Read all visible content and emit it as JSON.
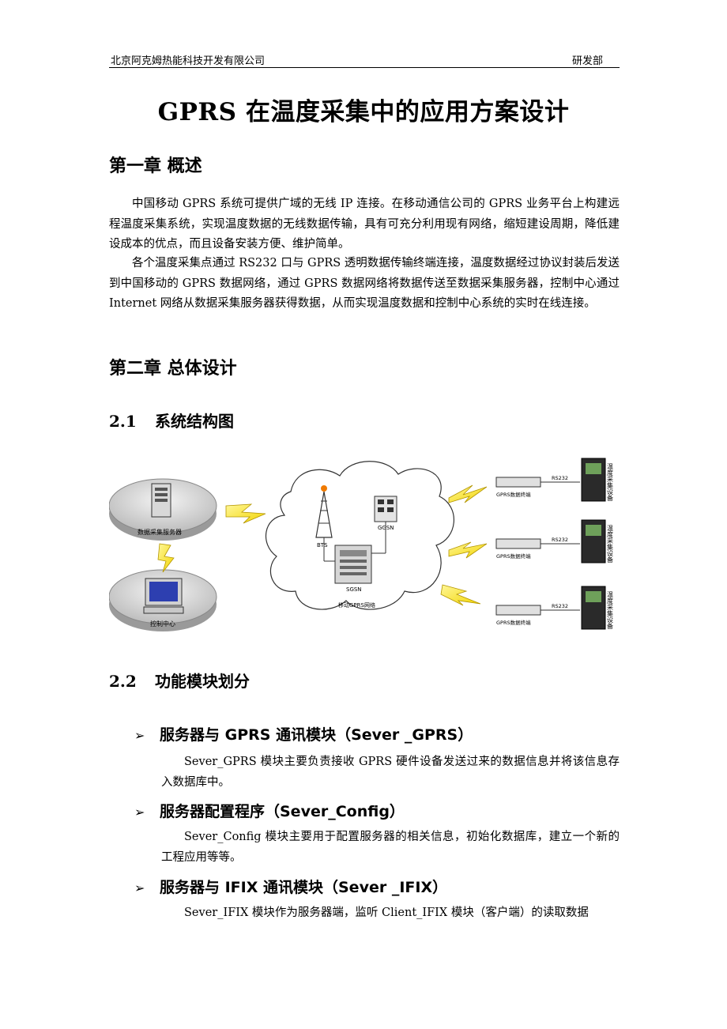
{
  "header": {
    "company": "北京阿克姆热能科技开发有限公司",
    "department": "研发部"
  },
  "title": "GPRS 在温度采集中的应用方案设计",
  "chapter1": {
    "heading": "第一章  概述",
    "paragraphs": [
      "中国移动 GPRS 系统可提供广域的无线 IP 连接。在移动通信公司的 GPRS 业务平台上构建远程温度采集系统，实现温度数据的无线数据传输，具有可充分利用现有网络，缩短建设周期，降低建设成本的优点，而且设备安装方便、维护简单。",
      "各个温度采集点通过 RS232 口与 GPRS 透明数据传输终端连接，温度数据经过协议封装后发送到中国移动的 GPRS 数据网络，通过 GPRS 数据网络将数据传送至数据采集服务器，控制中心通过 Internet 网络从数据采集服务器获得数据，从而实现温度数据和控制中心系统的实时在线连接。"
    ]
  },
  "chapter2": {
    "heading": "第二章  总体设计",
    "s21": {
      "num": "2.1",
      "title": "系统结构图"
    },
    "s22": {
      "num": "2.2",
      "title": "功能模块划分"
    }
  },
  "diagram": {
    "server_label": "数据采集服务器",
    "control_label": "控制中心",
    "bts_label": "BTS",
    "ggsn_label": "GGSN",
    "sgsn_label": "SGSN",
    "network_label": "移动GPRS网络",
    "terminal_label": "GPRS数据终端",
    "rs232_label": "RS232",
    "device_label": "温度采集设备"
  },
  "modules": [
    {
      "title": "服务器与 GPRS 通讯模块（Sever _GPRS）",
      "desc": "Sever_GPRS 模块主要负责接收 GPRS 硬件设备发送过来的数据信息并将该信息存入数据库中。"
    },
    {
      "title": "服务器配置程序（Sever_Config）",
      "desc": "Sever_Config 模块主要用于配置服务器的相关信息，初始化数据库，建立一个新的工程应用等等。"
    },
    {
      "title": "服务器与 IFIX 通讯模块（Sever _IFIX）",
      "desc": "Sever_IFIX 模块作为服务器端，监听 Client_IFIX 模块（客户端）的读取数据"
    }
  ]
}
